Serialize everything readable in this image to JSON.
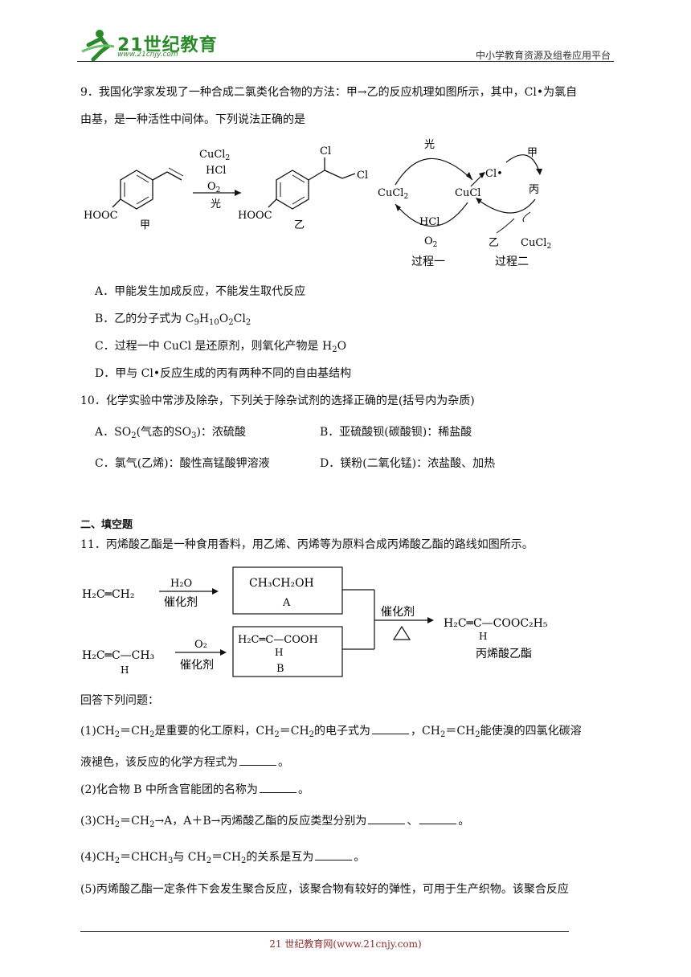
{
  "header": {
    "logo_text": "21世纪教育",
    "logo_url": "www.21cnjy.com",
    "platform": "中小学教育资源及组卷应用平台"
  },
  "q9": {
    "stem_line1": "9．我国化学家发现了一种合成二氯类化合物的方法：甲→乙的反应机理如图所示，其中，Cl•为氯自",
    "stem_line2": "由基，是一种活性中间体。下列说法正确的是",
    "diagram": {
      "reagent1": "CuCl",
      "reagent2": "HCl",
      "reagent3": "O",
      "reagent4": "光",
      "hooc_left": "HOOC",
      "label_jia": "甲",
      "hooc_right": "HOOC",
      "label_yi": "乙",
      "cl_top": "Cl",
      "cl_right": "Cl",
      "cycle_light": "光",
      "cucl2_left": "CuCl",
      "cucl_mid": "CuCl",
      "hcl": "HCl",
      "o2": "O",
      "process1": "过程一",
      "cl_radical": "Cl•",
      "jia": "甲",
      "bing": "丙",
      "yi": "乙",
      "cucl2_right": "CuCl",
      "process2": "过程二",
      "sub2": "2"
    },
    "options": {
      "A": "A．甲能发生加成反应，不能发生取代反应",
      "B_pre": "B．乙的分子式为 C",
      "B_9": "9",
      "B_H": "H",
      "B_10": "10",
      "B_O": "O",
      "B_2": "2",
      "B_Cl": "Cl",
      "B_2b": "2",
      "C_pre": "C．过程一中 CuCl 是还原剂，则氧化产物是 H",
      "C_2": "2",
      "C_O": "O",
      "D": "D．甲与 Cl•反应生成的丙有两种不同的自由基结构"
    }
  },
  "q10": {
    "stem": "10．化学实验中常涉及除杂，下列关于除杂试剂的选择正确的是(括号内为杂质)",
    "A_pre": "A．SO",
    "A_sub": "2",
    "A_mid": "(气态的SO",
    "A_sub2": "3",
    "A_post": ")：浓硫酸",
    "B": "B．亚硫酸钡(碳酸钡)：稀盐酸",
    "C": "C．氯气(乙烯)：酸性高锰酸钾溶液",
    "D": "D．镁粉(二氧化锰)：浓盐酸、加热"
  },
  "section2": "二、填空题",
  "q11": {
    "stem": "11．丙烯酸乙酯是一种食用香料，用乙烯、丙烯等为原料合成丙烯酸乙酯的路线如图所示。",
    "diagram": {
      "ethylene": "H₂C═CH₂",
      "h2o": "H₂O",
      "cat1": "催化剂",
      "boxA_formula": "CH₃CH₂OH",
      "boxA_label": "A",
      "propene_main": "H₂C═C—CH₃",
      "propene_h": "H",
      "o2": "O₂",
      "cat2": "催化剂",
      "boxB_formula": "H₂C═C—COOH",
      "boxB_h": "H",
      "boxB_label": "B",
      "cat3": "催化剂",
      "product": "H₂C═C—COOC₂H₅",
      "product_h": "H",
      "product_name": "丙烯酸乙酯"
    },
    "answer_intro": "回答下列问题：",
    "s1_a": "(1)CH",
    "s1_b": "2",
    "s1_c": "＝CH",
    "s1_d": "2",
    "s1_e": "是重要的化工原料，CH",
    "s1_f": "2",
    "s1_g": "＝CH",
    "s1_h": "2",
    "s1_i": "的电子式为",
    "s1_j": "，CH",
    "s1_k": "2",
    "s1_l": "＝CH",
    "s1_m": "2",
    "s1_n": "能使溴的四氯化碳溶",
    "s1_line2a": "液褪色，该反应的化学方程式为",
    "s1_line2b": "。",
    "s2a": "(2)化合物 B 中所含官能团的名称为",
    "s2b": "。",
    "s3_a": "(3)CH",
    "s3_b": "2",
    "s3_c": "＝CH",
    "s3_d": "2",
    "s3_e": "→A，A＋B→丙烯酸乙酯的反应类型分别为",
    "s3_f": "、",
    "s3_g": "。",
    "s4_a": "(4)CH",
    "s4_b": "2",
    "s4_c": "＝CHCH",
    "s4_d": "3",
    "s4_e": "与 CH",
    "s4_f": "2",
    "s4_g": "＝CH",
    "s4_h": "2",
    "s4_i": "的关系是互为",
    "s4_j": "。",
    "s5": "(5)丙烯酸乙酯一定条件下会发生聚合反应，该聚合物有较好的弹性，可用于生产织物。该聚合反应"
  },
  "footer": "21 世纪教育网(www.21cnjy.com)"
}
